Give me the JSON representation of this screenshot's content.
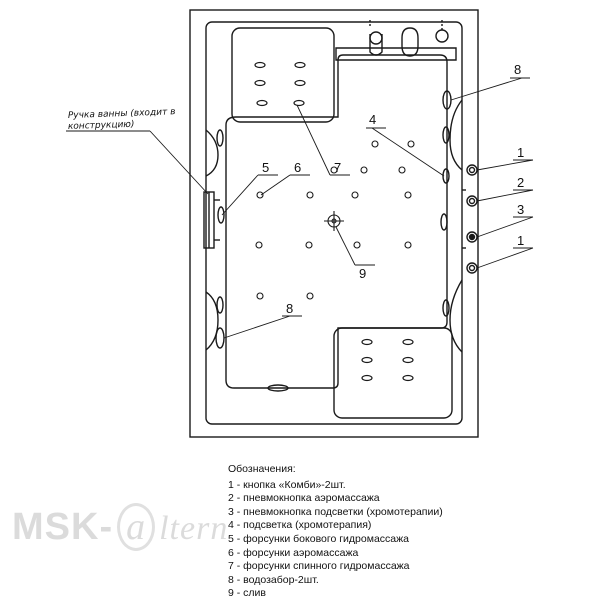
{
  "handle_note": {
    "line1": "Ручка ванны (входит в",
    "line2": "конструкцию)"
  },
  "callouts": {
    "c1a": "1",
    "c1b": "1",
    "c2": "2",
    "c3": "3",
    "c4": "4",
    "c5": "5",
    "c6": "6",
    "c7": "7",
    "c8a": "8",
    "c8b": "8",
    "c9": "9"
  },
  "legend": {
    "title": "Обозначения:",
    "items": [
      "1 - кнопка «Комби»-2шт.",
      "2 - пневмокнопка аэромассажа",
      "3 - пневмокнопка подсветки (хромотерапии)",
      "4 - подсветка (хромотерапия)",
      "5 - форсунки бокового гидромассажа",
      "6 - форсунки аэромассажа",
      "7 - форсунки спинного гидромассажа",
      "8 - водозабор-2шт.",
      "9 - слив"
    ]
  },
  "watermark": {
    "brand": "MSK-",
    "at": "a",
    "rest": "ltern"
  }
}
